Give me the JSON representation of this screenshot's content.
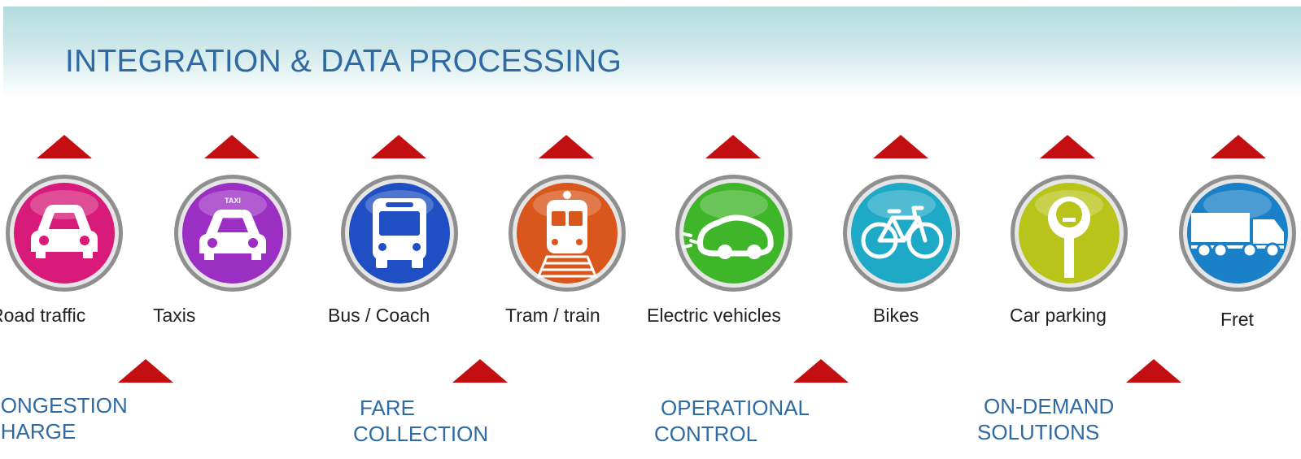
{
  "header": {
    "title": "INTEGRATION & DATA PROCESSING"
  },
  "colors": {
    "accent_triangle": "#c40f12",
    "title_blue": "#2f6aa3"
  },
  "modes": [
    {
      "label": "Road traffic",
      "icon": "car-icon",
      "color": "#d81b7a"
    },
    {
      "label": "Taxis",
      "icon": "taxi-icon",
      "color": "#9b2fc4",
      "badge": "TAXI"
    },
    {
      "label": "Bus / Coach",
      "icon": "bus-icon",
      "color": "#1f4fc2"
    },
    {
      "label": "Tram / train",
      "icon": "train-icon",
      "color": "#d9571c"
    },
    {
      "label": "Electric vehicles",
      "icon": "electric-car-icon",
      "color": "#3fb52a"
    },
    {
      "label": "Bikes",
      "icon": "bicycle-icon",
      "color": "#1ea9c7"
    },
    {
      "label": "Car parking",
      "icon": "parking-meter-icon",
      "color": "#b9c41a"
    },
    {
      "label": "Fret",
      "icon": "truck-icon",
      "color": "#1a80c8"
    }
  ],
  "solutions": [
    {
      "line1": "CONGESTION",
      "line2": "CHARGE"
    },
    {
      "line1": "FARE",
      "line2": "COLLECTION"
    },
    {
      "line1": "OPERATIONAL",
      "line2": "CONTROL"
    },
    {
      "line1": "ON-DEMAND",
      "line2": "SOLUTIONS"
    }
  ]
}
